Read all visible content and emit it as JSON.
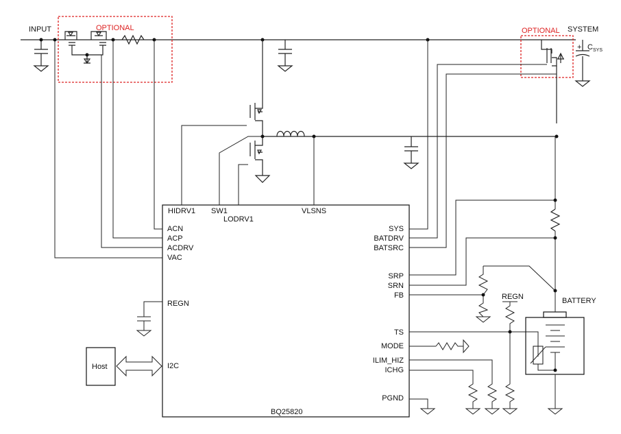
{
  "labels": {
    "input": "INPUT",
    "system": "SYSTEM",
    "optional_left": "OPTIONAL",
    "optional_right": "OPTIONAL",
    "csys_main": "C",
    "csys_sub": "SYS",
    "battery": "BATTERY",
    "regn_top": "REGN",
    "host": "Host",
    "chip": "BQ25820"
  },
  "pins_top": [
    "HIDRV1",
    "SW1",
    "LODRV1",
    "VLSNS"
  ],
  "pins_left": [
    "ACN",
    "ACP",
    "ACDRV",
    "VAC",
    "REGN",
    "I2C"
  ],
  "pins_right": [
    "SYS",
    "BATDRV",
    "BATSRC",
    "SRP",
    "SRN",
    "FB",
    "TS",
    "MODE",
    "ILIM_HIZ",
    "ICHG",
    "PGND"
  ]
}
